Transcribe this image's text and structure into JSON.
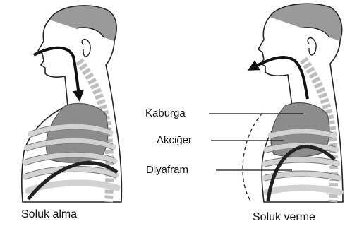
{
  "left_figure": {
    "caption": "Soluk alma"
  },
  "right_figure": {
    "caption": "Soluk verme"
  },
  "labels": [
    {
      "id": "ribs",
      "text": "Kaburga"
    },
    {
      "id": "lungs",
      "text": "Akciğer"
    },
    {
      "id": "diaphragm",
      "text": "Diyafram"
    }
  ],
  "colors": {
    "skin": "#ffffff",
    "outline": "#222222",
    "lung": "#8c8c8c",
    "rib": "#d2d2d2",
    "rib_outline": "#7a7a7a",
    "spine": "#bdbdbd",
    "hair": "#9a9a9a",
    "diaphragm": "#222222"
  }
}
